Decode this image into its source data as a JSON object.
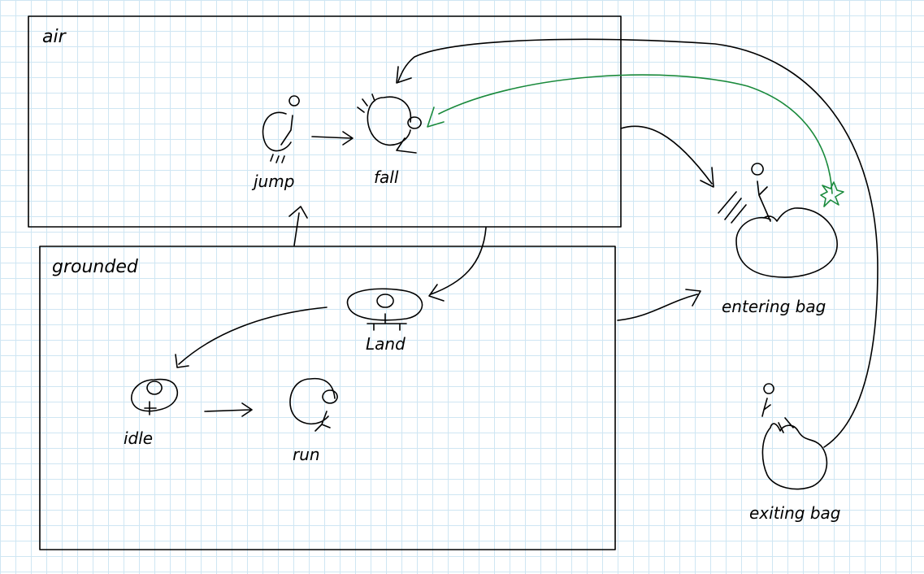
{
  "groups": {
    "air": "air",
    "grounded": "grounded"
  },
  "states": {
    "jump": "jump",
    "fall": "fall",
    "land": "Land",
    "idle": "idle",
    "run": "run",
    "entering_bag": "entering bag",
    "exiting_bag": "exiting bag"
  },
  "colors": {
    "ink": "#000000",
    "green_arrow": "#1a8a3c",
    "grid": "#cfe6f3"
  }
}
